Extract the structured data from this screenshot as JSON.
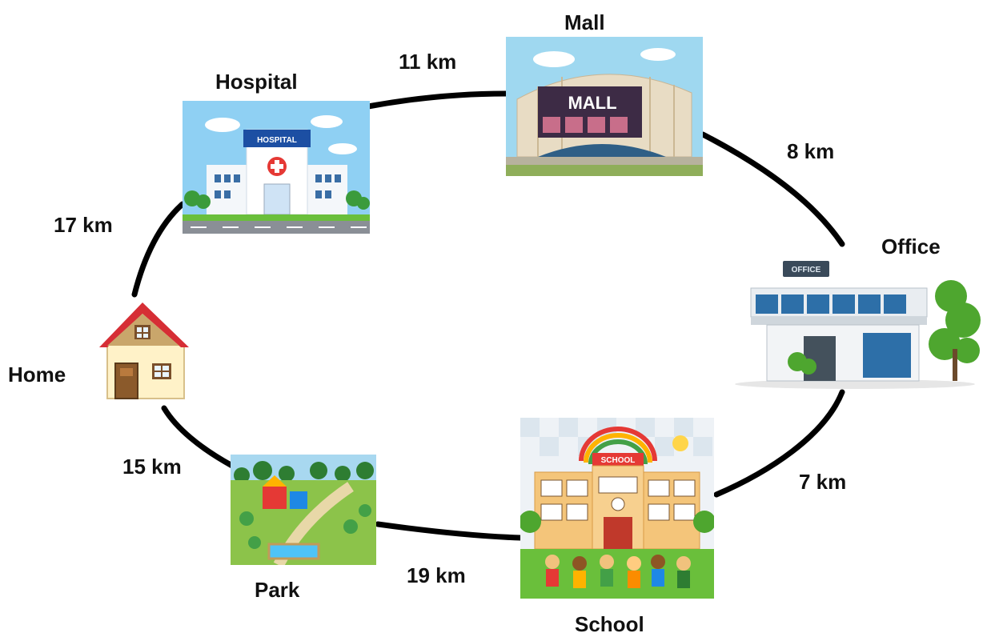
{
  "places": {
    "home": "Home",
    "hospital": "Hospital",
    "mall": "Mall",
    "office": "Office",
    "school": "School",
    "park": "Park"
  },
  "distances": {
    "home_hospital": "17 km",
    "hospital_mall": "11 km",
    "mall_office": "8 km",
    "office_school": "7 km",
    "school_park": "19 km",
    "park_home": "15 km"
  },
  "signs": {
    "hospital": "HOSPITAL",
    "mall": "MALL",
    "office": "OFFICE",
    "school": "SCHOOL"
  },
  "colors": {
    "route": "#000000",
    "roof": "#d62e35",
    "sky": "#8fd0f3",
    "grass": "#6abf3b"
  }
}
